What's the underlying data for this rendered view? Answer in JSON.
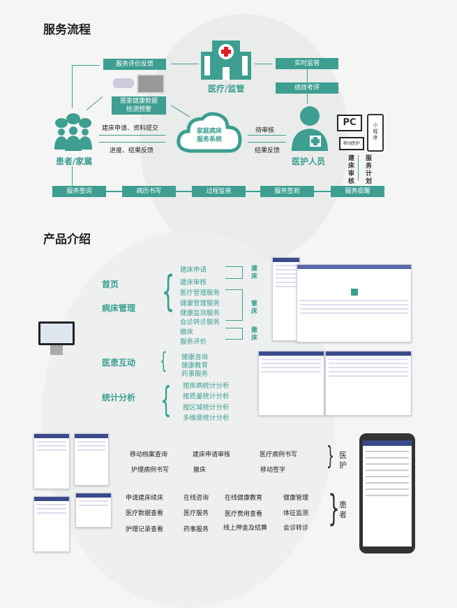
{
  "flow": {
    "title": "服务流程",
    "feedback": "服务评价反馈",
    "hospital": "医疗/监管",
    "realtime": "实时监管",
    "performance": "绩效考评",
    "home_data": [
      "居家健康数据",
      "检测预警"
    ],
    "patient": "患者/家属",
    "apply": "建床申请、资料提交",
    "progress": "进度、结果反馈",
    "cloud": [
      "家庭病床",
      "服务系统"
    ],
    "pending": "待审核",
    "result": "结果反馈",
    "staff": "医护人员",
    "pc": "PC",
    "mobile_care": "移动医护",
    "mini_program": "小程序",
    "bed_review": "建床审核",
    "service_plan": "服务计划",
    "steps": [
      "服务签词",
      "病历书写",
      "过程监管",
      "服务签到",
      "服务提醒"
    ]
  },
  "product": {
    "title": "产品介绍",
    "categories": [
      "首页",
      "病床管理",
      "医患互动",
      "统计分析"
    ],
    "bed_items": [
      "建床申请",
      "建床审核",
      "医疗管理服务",
      "健康管理服务",
      "健康监测服务",
      "会诊转诊服务",
      "撤床",
      "服务评价"
    ],
    "bed_groups": [
      "建床",
      "管床",
      "撤床"
    ],
    "interact_items": [
      "健康咨询",
      "健康教育",
      "药事服务"
    ],
    "stats_items": [
      "按疾病统计分析",
      "按质量统计分析",
      "按区域统计分析",
      "多维度统计分析"
    ],
    "staff_label": "医护",
    "staff_items": [
      "移动档案查询",
      "建床申请审核",
      "医疗病例书写",
      "护理病例书写",
      "撤床",
      "移动签字"
    ],
    "patient_label": "患者",
    "patient_items": [
      "申请建床续床",
      "在线咨询",
      "在线健康教育",
      "健康管理",
      "医疗数据查看",
      "医疗服务",
      "医疗费用查看",
      "体征监测",
      "护理记录查看",
      "药事服务",
      "线上押金及结算",
      "会诊转诊"
    ]
  }
}
